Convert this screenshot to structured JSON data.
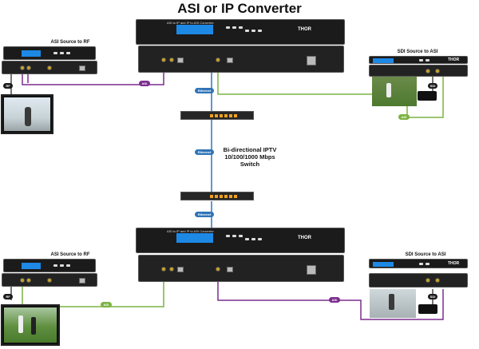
{
  "diagram": {
    "title": "ASI or IP Converter",
    "switch_label": [
      "Bi-directional IPTV",
      "10/100/1000 Mbps",
      "Switch"
    ],
    "top_left_label": "ASI Source to RF",
    "top_right_label": "SDI Source to ASI",
    "bottom_left_label": "ASI Source to RF",
    "bottom_right_label": "SDI Source to ASI",
    "front_panel_text": "ASI to IP and IP to ASI Converter",
    "brand_logo": "THOR",
    "tags": {
      "asi": "ASI",
      "ethernet": "Ethernet",
      "rf": "RF",
      "sdi": "SDI"
    },
    "colors": {
      "asi_purple": "#7b2d8e",
      "ethernet_blue": "#2f74b8",
      "asi_green": "#7cb342",
      "device_black": "#1b1b1b",
      "screen_blue": "#1e88e5"
    }
  }
}
